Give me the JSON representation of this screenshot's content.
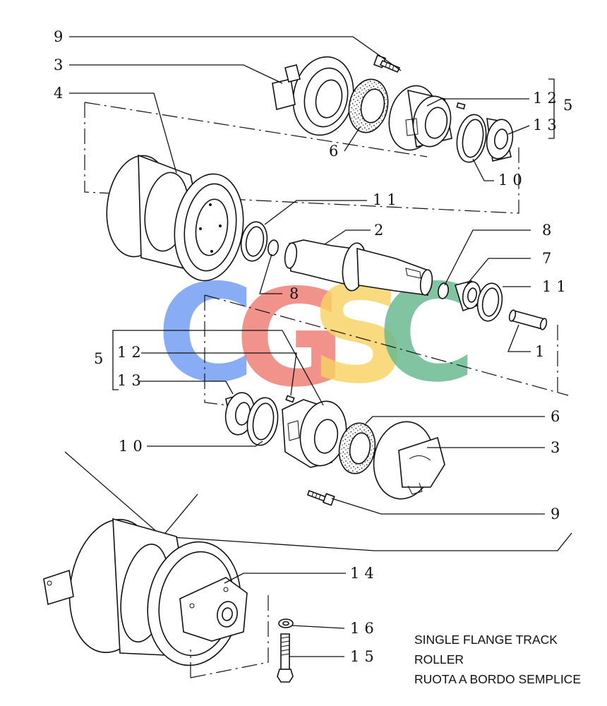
{
  "callouts": {
    "c9_top": "9",
    "c3_top": "3",
    "c4": "4",
    "c12_top": "12",
    "c13_top": "13",
    "c5_top": "5",
    "c6_top": "6",
    "c10_top": "10",
    "c11_left": "11",
    "c2": "2",
    "c8_left": "8",
    "c8_right": "8",
    "c7": "7",
    "c11_right": "11",
    "c1": "1",
    "c5_mid": "5",
    "c12_mid": "12",
    "c13_mid": "13",
    "c10_mid": "10",
    "c6_mid": "6",
    "c3_mid": "3",
    "c9_mid": "9",
    "c14": "14",
    "c16": "16",
    "c15": "15"
  },
  "caption": {
    "line1": "SINGLE FLANGE TRACK",
    "line2": "ROLLER",
    "line3": "RUOTA A BORDO SEMPLICE"
  },
  "watermark": {
    "letters": [
      "C",
      "G",
      "S",
      "C"
    ],
    "colors": [
      "#6f9cf3",
      "#ef7b72",
      "#f8d264",
      "#66b88e"
    ]
  }
}
